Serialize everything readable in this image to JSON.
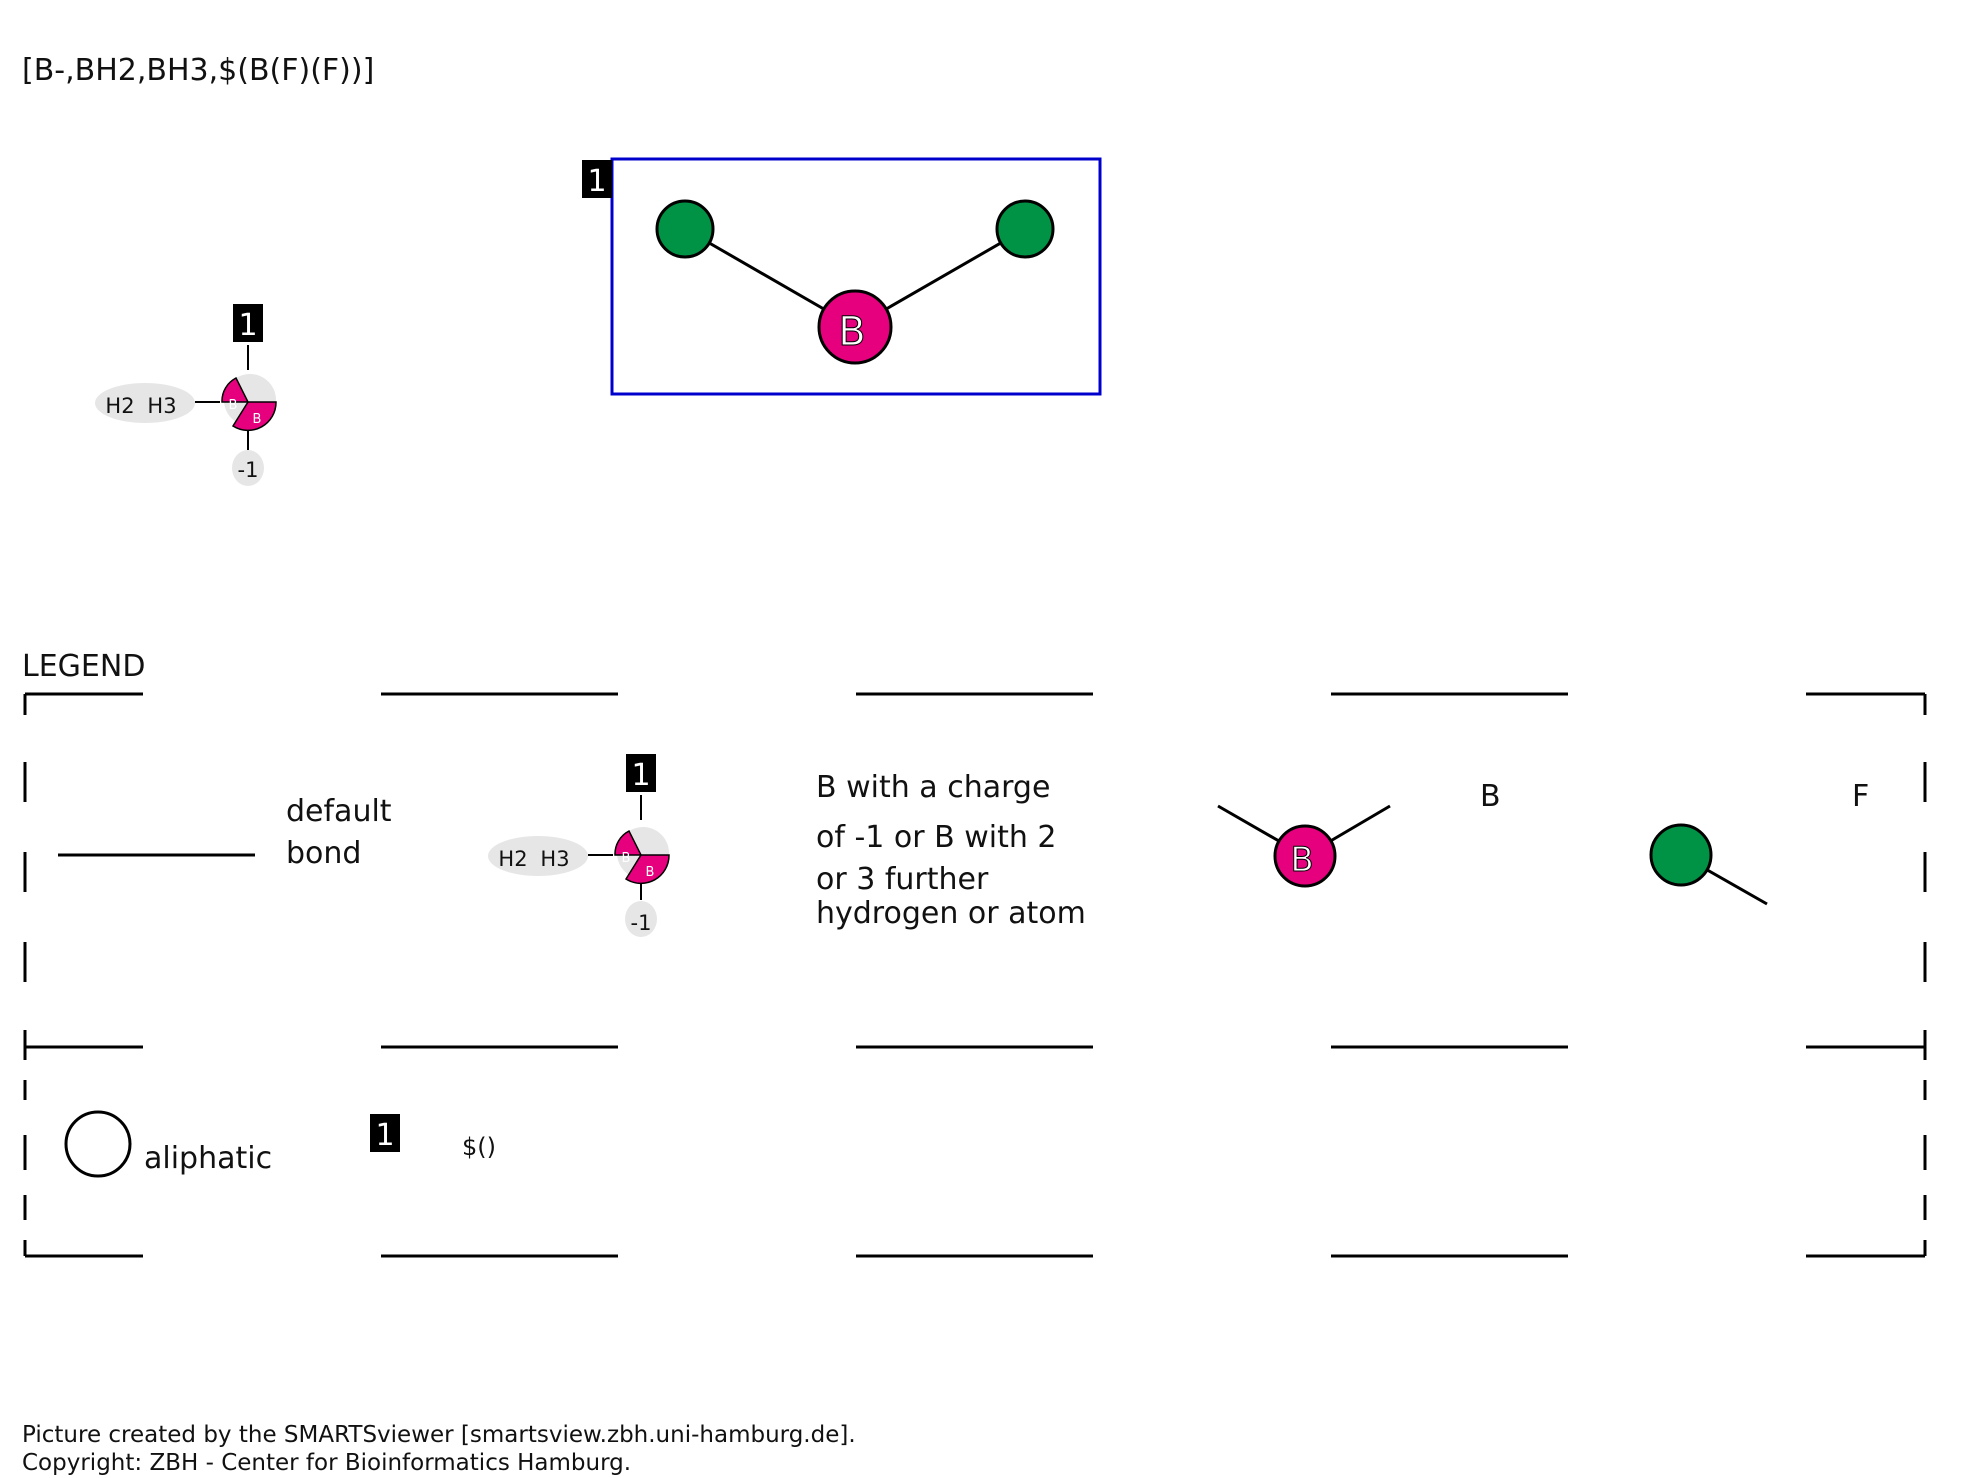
{
  "smarts": "[B-,BH2,BH3,$(B(F)(F))]",
  "group_badge": "1",
  "atoms": {
    "boron": {
      "symbol": "B",
      "color": "#e6007e"
    },
    "fluorine": {
      "symbol": "F",
      "color": "#009245"
    },
    "query_hydrogens": [
      "H2",
      "H3"
    ],
    "query_charge": "-1"
  },
  "box_color": "#0000cc",
  "legend": {
    "title": "LEGEND",
    "default_bond": {
      "line1": "default",
      "line2": "bond"
    },
    "query_description": {
      "line1": "B with a charge",
      "line2": "of -1 or B with 2",
      "line3": "or 3 further",
      "line4": "hydrogen or atom"
    },
    "boron_label": "B",
    "fluorine_label": "F",
    "aliphatic": "aliphatic",
    "recursive_label": "$()"
  },
  "footer": {
    "line1": "Picture created by the SMARTSviewer [smartsview.zbh.uni-hamburg.de].",
    "line2": "Copyright: ZBH - Center for Bioinformatics Hamburg."
  }
}
